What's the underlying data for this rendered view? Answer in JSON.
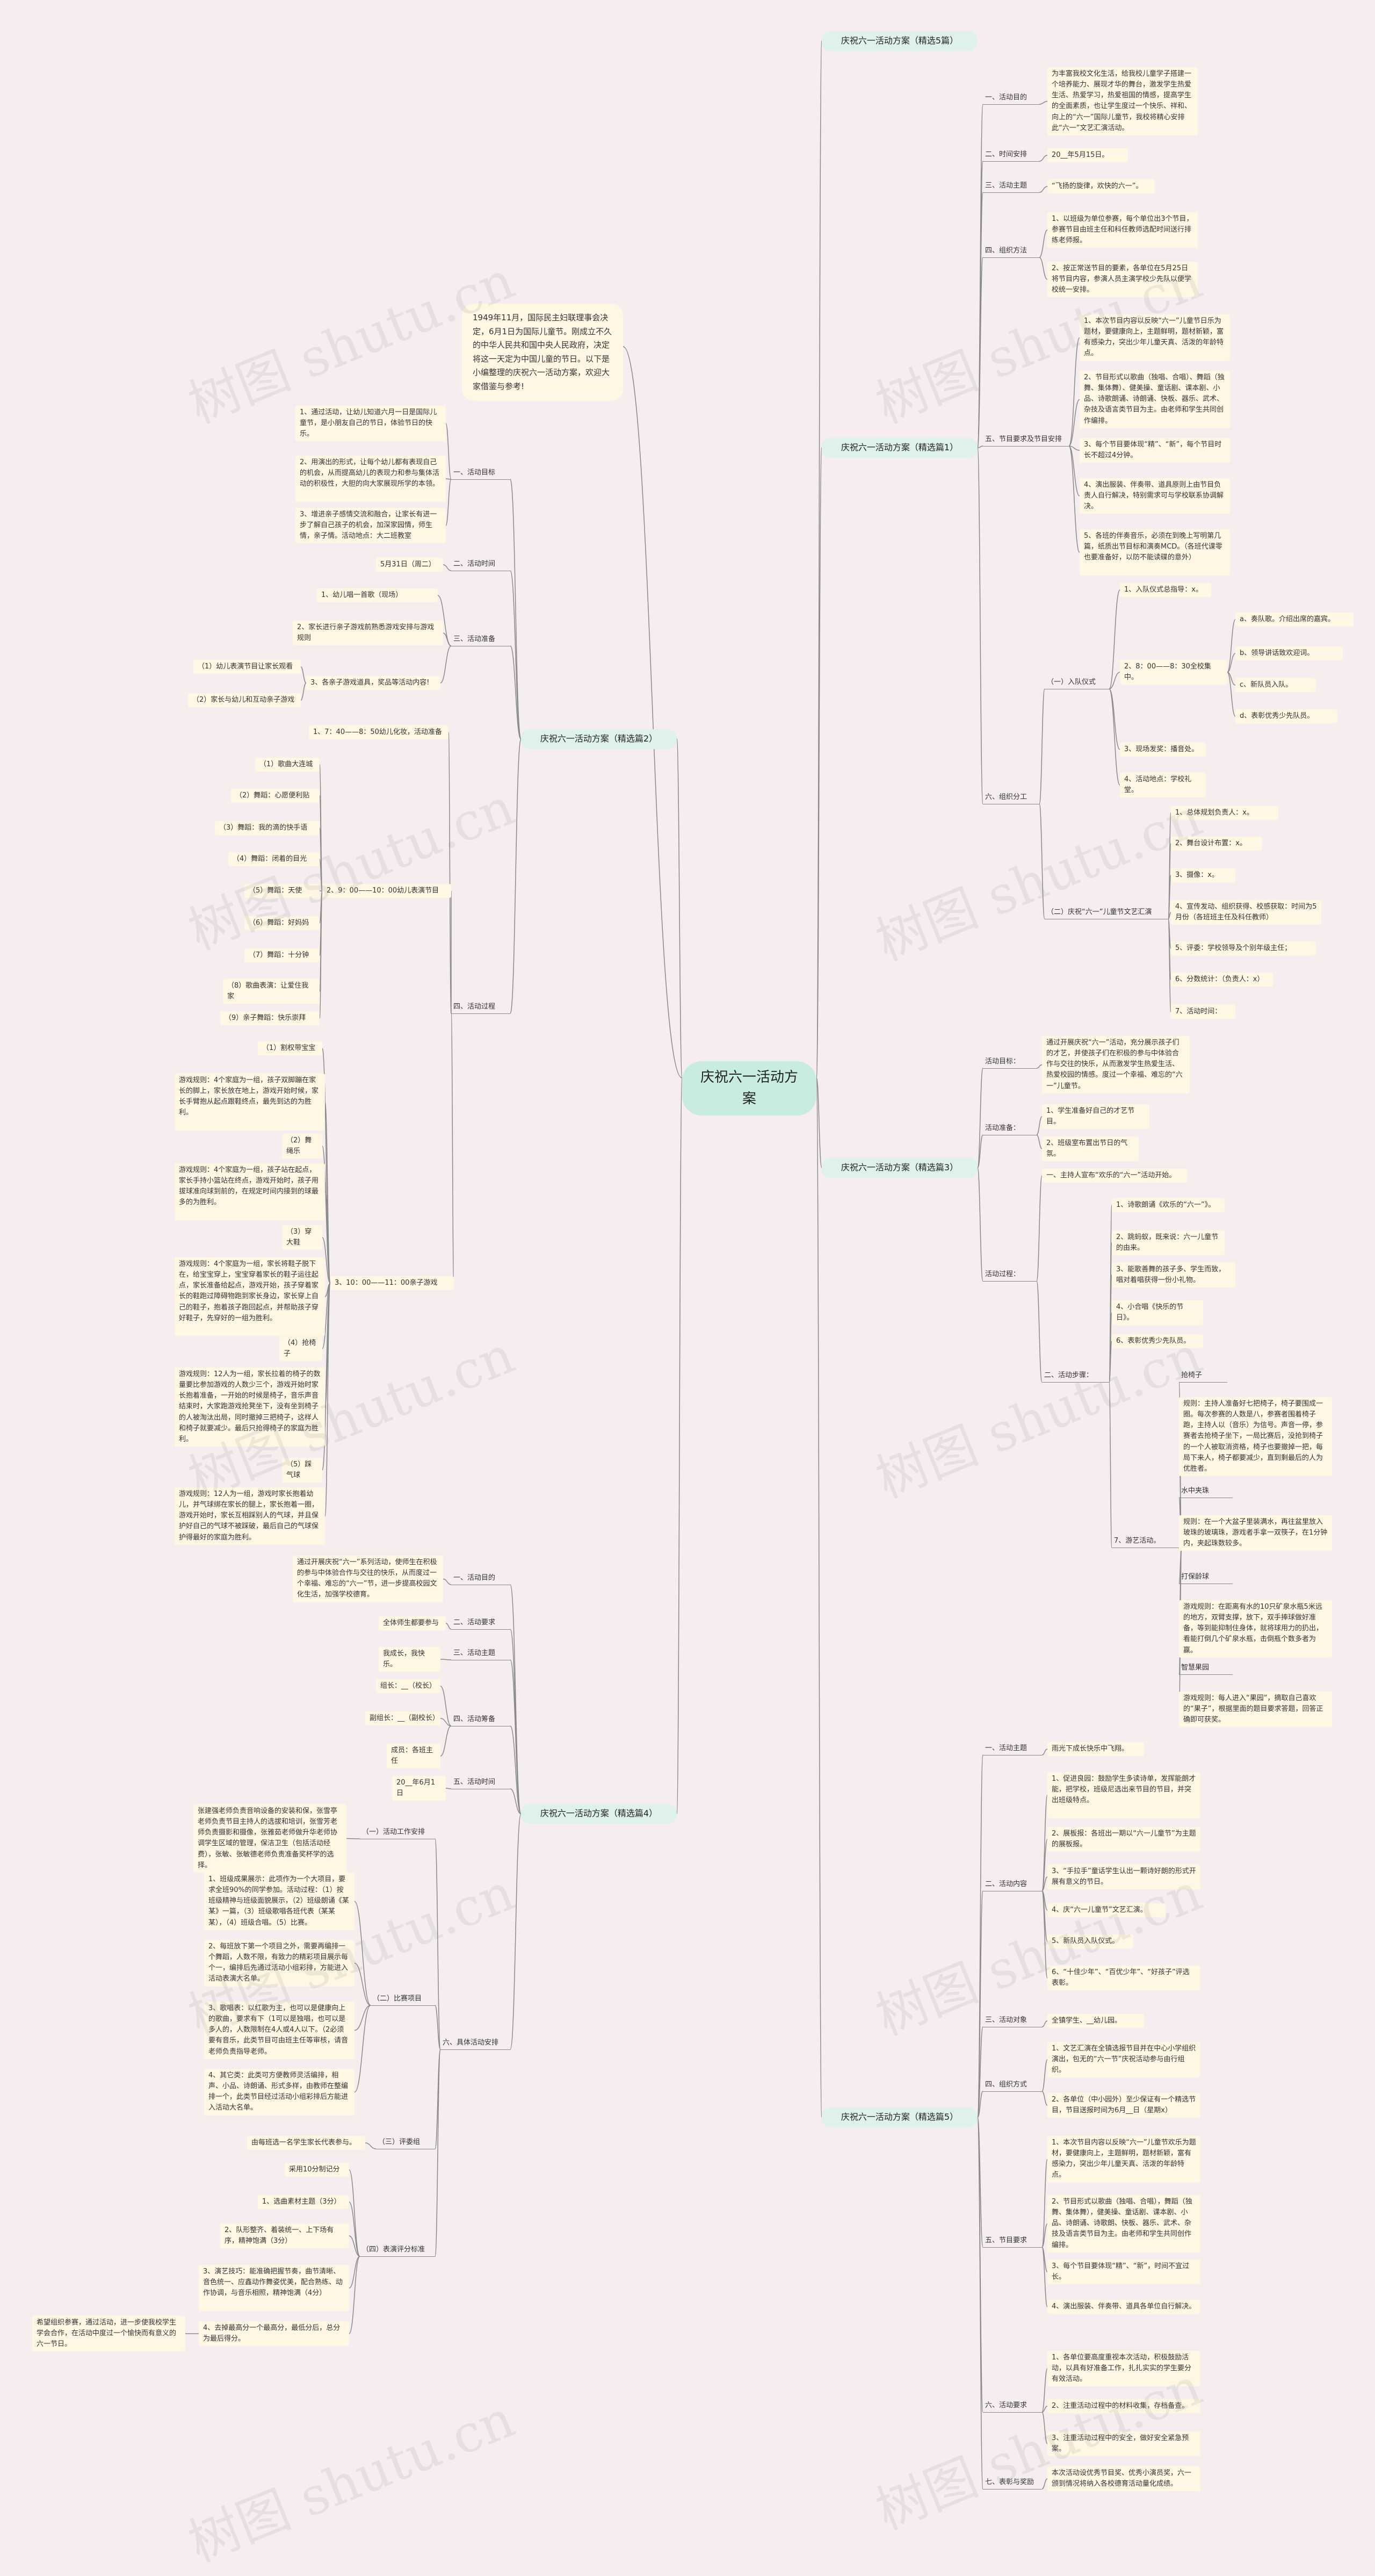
{
  "watermark": "树图 shutu.cn",
  "diagram": {
    "root": "庆祝六一活动方案",
    "intro": "1949年11月，国际民主妇联理事会决定，6月1日为国际儿童节。刚成立不久的中华人民共和国中央人民政府，决定将这一天定为中国儿童的节日。以下是小编整理的庆祝六一活动方案，欢迎大家借鉴与参考!",
    "branches": [
      {
        "id": "b5",
        "label": "庆祝六一活动方案（精选5篇）"
      },
      {
        "id": "b1",
        "label": "庆祝六一活动方案（精选篇1）"
      },
      {
        "id": "b2",
        "label": "庆祝六一活动方案（精选篇2）"
      },
      {
        "id": "b3",
        "label": "庆祝六一活动方案（精选篇3）"
      },
      {
        "id": "b4",
        "label": "庆祝六一活动方案（精选篇4）"
      },
      {
        "id": "b5b",
        "label": "庆祝六一活动方案（精选篇5）"
      }
    ],
    "nodes": {
      "b1_s1": "一、活动目的",
      "b1_s1_t": "为丰富我校文化生活，给我校儿童学子搭建一个培养能力、展现才华的舞台，激发学生热爱生活、热爱学习，热爱祖国的情感，提高学生的全面素质，也让学生度过一个快乐、祥和、向上的“六一”国际儿童节，我校将精心安排此“六一”文艺汇演活动。",
      "b1_s2": "二、时间安排",
      "b1_s2_t": "20__年5月15日。",
      "b1_s3": "三、活动主题",
      "b1_s3_t": "“飞扬的旋律，欢快的六一”。",
      "b1_s4": "四、组织方法",
      "b1_s4_1": "1、以班级为单位参赛，每个单位出3个节目，参赛节目由班主任和科任教师选配时间送行排练老师报。",
      "b1_s4_2": "2、按正常送节目的要素，各单位在5月25日将节目内容，参演人员主演学校少先队以便学校统一安排。",
      "b1_s5": "五、节目要求及节目安排",
      "b1_s5_1": "1、本次节目内容以反映“六一”儿童节日乐为题材，要健康向上，主题鲜明，题材新颖，富有感染力，突出少年儿童天真、活泼的年龄特点。",
      "b1_s5_2": "2、节目形式以歌曲（独唱、合唱）、舞蹈（独舞、集体舞）、健美操、童话剧、课本剧、小品、诗歌朗诵、诗朗诵、快板、器乐、武术、杂技及语言类节目为主。由老师和学生共同创作编排。",
      "b1_s5_3": "3、每个节目要体现“精”、“新”，每个节目时长不超过4分钟。",
      "b1_s5_4": "4、演出服装、伴奏带、道具原则上由节目负责人自行解决，特别需求可与学校联系协调解决。",
      "b1_s5_5": "5、各班的伴奏音乐，必须在到晚上写明第几篇，纸质出节目标和演奏MCD。（各班代课零也要准备好，以防不能读碟的意外）",
      "b1_s6": "六、组织分工",
      "b1_s6_a": "（一）入队仪式",
      "b1_s6_a1": "1、入队仪式总指导：x。",
      "b1_s6_a2": "2、8：00——8：30全校集中。",
      "b1_s6_a2_a": "a、奏队歌。介绍出席的嘉宾。",
      "b1_s6_a2_b": "b、领导讲话致欢迎词。",
      "b1_s6_a2_c": "c、新队员入队。",
      "b1_s6_a2_d": "d、表彰优秀少先队员。",
      "b1_s6_a3": "3、现场发奖：播音处。",
      "b1_s6_a4": "4、活动地点：学校礼堂。",
      "b1_s6_b": "（二）庆祝“六一”儿童节文艺汇演",
      "b1_s6_b1": "1、总体规划负责人：x。",
      "b1_s6_b2": "2、舞台设计布置：x。",
      "b1_s6_b3": "3、摄像：x。",
      "b1_s6_b4": "4、宣传发动、组织获得、校感获取：时间为5月份（各班班主任及科任教师）",
      "b1_s6_b5": "5、评委：学校领导及个别年级主任；",
      "b1_s6_b6": "6、分数统计：（负责人：x）",
      "b1_s6_b7": "7、活动时间：",
      "b2_s1": "一、活动目标",
      "b2_s1_1": "1、通过活动，让幼儿知道六月一日是国际儿童节，是小朋友自己的节日，体验节日的快乐。",
      "b2_s1_2": "2、用演出的形式，让每个幼儿都有表现自己的机会，从而提高幼儿的表现力和参与集体活动的积极性，大胆的向大家展现所学的本领。",
      "b2_s1_3": "3、增进亲子感情交流和融合，让家长有进一步了解自己孩子的机会，加深家园情，师生情，亲子情。活动地点：大二班教室",
      "b2_s2": "二、活动时间",
      "b2_s2_t": "5月31日（周二）",
      "b2_s3": "三、活动准备",
      "b2_s3_1": "1、幼儿唱一首歌（现场）",
      "b2_s3_2": "2、家长进行亲子游戏前熟悉游戏安排与游戏规则",
      "b2_s3_3": "3、各亲子游戏道具，奖品等活动内容!",
      "b2_s3_3a": "（1）幼儿表演节目让家长观看",
      "b2_s3_3b": "（2）家长与幼儿和互动亲子游戏",
      "b2_s4": "四、活动过程",
      "b2_s4_1": "1、7：40——8：50幼儿化妆，活动准备",
      "b2_s4_2": "2、9：00——10：00幼儿表演节目",
      "b2_p1": "（1）歌曲大连城",
      "b2_p2": "（2）舞蹈：心愿便利贴",
      "b2_p3": "（3）舞蹈：我的滴的快手语",
      "b2_p4": "（4）舞蹈：闭着的目光",
      "b2_p5": "（5）舞蹈：天使",
      "b2_p6": "（6）舞蹈：好妈妈",
      "b2_p7": "（7）舞蹈：十分钟",
      "b2_p8": "（8）歌曲表演：让爱住我家",
      "b2_p9": "（9）亲子舞蹈：快乐崇拜",
      "b2_s4_3": "3、10：00——11：00亲子游戏",
      "b2_g1": "（1）割权带宝宝",
      "b2_g1_r": "游戏规则：4个家庭为一组，孩子双脚蹦在家长的脚上，家长放在地上，游戏开始时候，家长手臂抱从起点跟鞋终点，最先到达的为胜利。",
      "b2_g2": "（2）舞绳乐",
      "b2_g2_r": "游戏规则：4个家庭为一组，孩子站在起点，家长手持小篮站在终点，游戏开始时，孩子用拔球准向球到前的，在规定时间内接到的球最多的为胜利。",
      "b2_g3": "（3）穿大鞋",
      "b2_g3_r": "游戏规则：4个家庭为一组，家长将鞋子脱下在，给宝宝穿上，宝宝穿着家长的鞋子运往起点，家长准备给起点，游戏开始，孩子穿着家长的鞋跑过障碍物跑到家长身边，家长穿上自己的鞋子，抱着孩子跑回起点，并帮助孩子穿好鞋子，先穿好的一组为胜利。",
      "b2_g4": "（4）抢椅子",
      "b2_g4_r": "游戏规则：12人为一组，家长拉着的椅子的数量要比参加游戏的人数少三个，游戏开始时家长抱着准备，一开始的时候是椅子，音乐声音结束时，大家跑游戏抢凳坐下，没有坐到椅子的人被淘汰出局，同时撤掉三把椅子，这样人和椅子就要减少。最后只抢得椅子的家庭为胜利。",
      "b2_g5": "（5）踩气球",
      "b2_g5_r": "游戏规则：12人为一组，游戏时家长抱着幼儿，并气球绑在家长的腿上，家长抱着一圈，游戏开始时，家长互相踩别人的气球，并且保护好自己的气球不被踩破，最后自己的气球保护得最好的家庭为胜利。",
      "b3_s1": "活动目标：",
      "b3_s1_t": "通过开展庆祝“六一”活动，充分展示孩子们的才艺，并使孩子们在积极的参与中体验合作与交往的快乐，从而激发学生热爱生活、热爱校园的情感。度过一个幸福、难忘的“六一”儿童节。",
      "b3_s2": "活动准备：",
      "b3_s2_1": "1、学生准备好自己的才艺节目。",
      "b3_s2_2": "2、班级室布置出节日的气氛。",
      "b3_s3": "活动过程：",
      "b3_s3_1": "一、主持人宣布“欢乐的“六一”活动开始。",
      "b3_s3_2": "二、活动步骤：",
      "b3_s3_2_1": "1、诗歌朗诵《欢乐的“六一”》。",
      "b3_s3_2_2": "2、跳蚂蚁，既来说：六一儿童节的由来。",
      "b3_s3_2_3": "3、能歌善舞的孩子多、学生而致，唱对着唱获得一份小礼物。",
      "b3_s3_2_4": "4、小合唱《快乐的节日》。",
      "b3_s3_2_5": "6、表彰优秀少先队员。",
      "b3_s3_2_7": "7、游艺活动。",
      "b3_g1": "抢椅子",
      "b3_g1_r": "规则：主持人准备好七把椅子，椅子要围成一圈。每次参赛的人数是八，参赛者围着椅子跑，主持人以（音乐）为信号。声音一停，参赛者去抢椅子坐下，一局比赛后，没抢到椅子的一个人被取消资格，椅子也要撤掉一把，每局下来人，椅子都要减少，直到剩最后的人为优胜者。",
      "b3_g2": "水中夹珠",
      "b3_g2_r": "规则：在一个大盆子里装满水，再往盆里放入玻珠的玻璃珠，游戏者手拿一双筷子，在1分钟内，夹起珠数较多。",
      "b3_g3": "打保龄球",
      "b3_g3_r": "游戏规则：在距离有水的10只矿泉水瓶5米远的地方，双臂支撑，放下，双手捧球做好准备，等到能抑制住身体，就将球用力的扔出，看能打倒几个矿泉水瓶，击倒瓶个数多者为赢。",
      "b3_g4": "智慧果园",
      "b3_g4_r": "游戏规则：每人进入“果园”，摘取自己喜欢的“果子”，根据里面的题目要求答题，回答正确即可获奖。",
      "b4_intro": "通过开展庆祝“六一”系列活动，使师生在积极的参与中体验合作与交往的快乐，从而度过一个幸福、难忘的“六一”节，进一步提高校园文化生活，加强学校德育。",
      "b4_s1": "一、活动目的",
      "b4_s2": "二、活动要求",
      "b4_s2_t": "全体师生都要参与",
      "b4_s3": "三、活动主题",
      "b4_s3_t": "我成长，我快乐。",
      "b4_s4": "四、活动筹备",
      "b4_s4_1": "组长：__（校长）",
      "b4_s4_2": "副组长：__（副校长）",
      "b4_s4_3": "成员：各班主任",
      "b4_s5": "五、活动时间",
      "b4_s5_t": "20__年6月1日",
      "b4_s6": "六、具体活动安排",
      "b4_s6_1": "（一）活动工作安排",
      "b4_s6_1_t": "张建强老师负责音响设备的安装和保，张雪亭老师负责节目主持人的选拔和培训，张雪芳老师负责摄影和摄像，张雅茹老师做升华老师协调学生区域的管理，保洁卫生（包括活动经费），张敏、张敏德老师负责准备奖杯学的选择。",
      "b4_s6_2": "（二）比赛项目",
      "b4_s6_2_1": "1、班级成果展示：此项作为一个大项目，要求全班90%的同学参加。活动过程：（1）按班级精神与班级面貌展示，（2）班级朗诵《某某》一篇，（3）班级歌唱各班代表（某某某），（4）班级合唱。（5）比赛。",
      "b4_s6_2_2": "2、每班放下第一个项目之外，需要再编排一个舞蹈，人数不限，有致力的精彩项目展示每个一，编排后先通过活动小组彩排，方能进入活动表演大名单。",
      "b4_s6_2_3": "3、歌唱表：以红歌为主，也可以是健康向上的歌曲，要求有下（1可以是独唱，也可以是多人的，人数限制在4人或4人以下。（2必须要有音乐，此类节目可由班主任等审核，请音老师负责指导老师。",
      "b4_s6_2_4": "4、其它类：此类可方便教师灵活编排，相声、小品、诗朗诵、形式多样，由教师在整编排一个，此类节目经过活动小组彩排后方能进入活动大名单。",
      "b4_s6_3": "（三）评委组",
      "b4_s6_3_t": "由每班选一名学生家长代表参与。",
      "b4_s6_4": "（四）表演评分标准",
      "b4_s6_4_0": "采用10分制记分",
      "b4_s6_4_1": "1、选曲素材主题（3分）",
      "b4_s6_4_2": "2、队形整齐、着装统一、上下场有序，精神饱满（3分）",
      "b4_s6_4_3": "3、演艺技巧：能准确把握节奏，曲节清晰、音色统一、应鑫动作舞姿优美，配合熟练、动作协调，与音乐相照，精神饱满（4分）",
      "b4_s6_4_4": "4、去掉最高分一个最高分，最低分后，总分为最后得分。",
      "b4_end": "希望组织参赛，通过活动，进一步使我校学生学会合作，在活动中度过一个愉快而有意义的六一节日。",
      "b5_s1": "一、活动主题",
      "b5_s1_t": "雨光下成长快乐中飞翔。",
      "b5_s2": "二、活动内容",
      "b5_s2_1": "1、促进良园：鼓励学生多读诗单，发挥能朗才能，把学校，班级尼选出来节目的节目，并突出班级特点。",
      "b5_s2_2": "2、展板报：各班出一期以“六一儿童节”为主题的展板报。",
      "b5_s2_3": "3、“手拉手”童话学生认出一颗诗好朗的形式开展有意义的节日。",
      "b5_s2_4": "4、庆“六一儿童节”文艺汇演。",
      "b5_s2_5": "5、新队员入队仪式。",
      "b5_s2_6": "6、“十佳少年”、“百优少年”、“好孩子”评选表彰。",
      "b5_s3": "三、活动对象",
      "b5_s3_t": "全镇学生、__幼儿园。",
      "b5_s4": "四、组织方式",
      "b5_s4_1": "1、文艺汇演在全镇选报节目并在中心小学组织演出，包无的“六一节”庆祝活动参与由行组织。",
      "b5_s4_2": "2、各单位（中小园外）至少保证有一个精选节目，节目送报时间为6月__日（星期x）",
      "b5_s5": "五、节目要求",
      "b5_s5_1": "1、本次节目内容以反映“六一”儿童节欢乐为题材，要健康向上，主题鲜明，题材新颖，富有感染力，突出少年儿童天真、活泼的年龄特点。",
      "b5_s5_2": "2、节目形式以歌曲（独唱、合唱），舞蹈（独舞、集体舞），健美操、童话剧、课本剧、小品、诗朗诵、诗歌朗、快板、器乐、武术、杂技及语言类节目为主。由老师和学生共同创作编排。",
      "b5_s5_3": "3、每个节目要体现“精”、“新”，时间不宜过长。",
      "b5_s5_4": "4、演出服装、伴奏带、道具各单位自行解决。",
      "b5_s6": "六、活动要求",
      "b5_s6_1": "1、各单位要高度重视本次活动，积极鼓励活动，以具有好准备工作，扎扎实实的学生要分有效活动。",
      "b5_s6_2": "2、注重活动过程中的材料收集，存档备查。",
      "b5_s6_3": "3、注重活动过程中的安全，做好安全紧急预案。",
      "b5_s7": "七、表彰与奖励",
      "b5_s7_t": "本次活动设优秀节目奖、优秀小演员奖，六一颁到情况将纳入各校德育活动量化成绩。"
    }
  }
}
